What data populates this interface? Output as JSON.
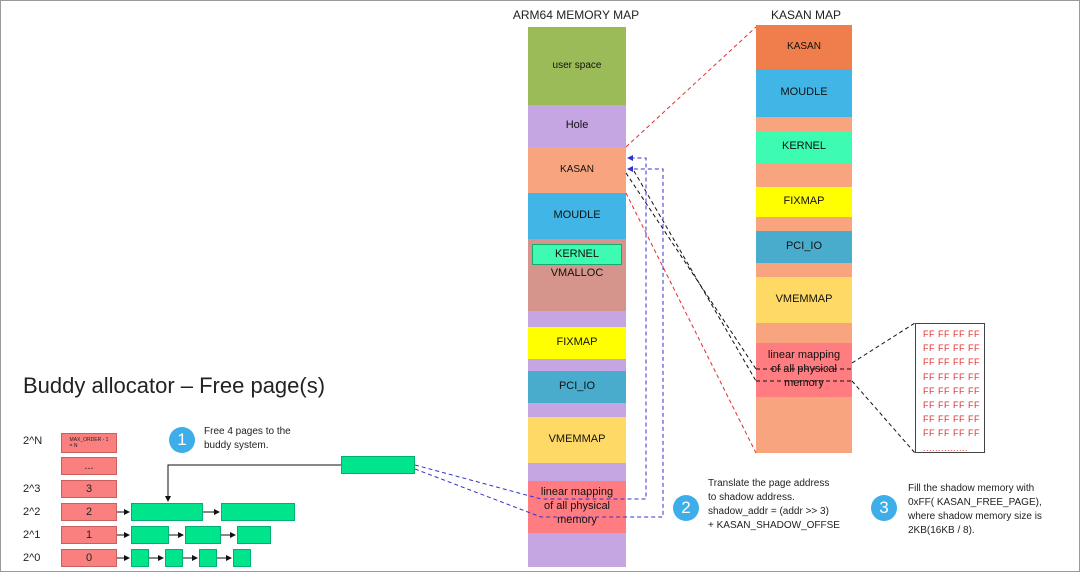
{
  "memory_map": {
    "title": "ARM64 MEMORY MAP",
    "regions": {
      "user_space": "user space",
      "hole": "Hole",
      "kasan": "KASAN",
      "moudle": "MOUDLE",
      "kernel": "KERNEL",
      "vmalloc": "VMALLOC",
      "fixmap": "FIXMAP",
      "pci_io": "PCI_IO",
      "vmemmap": "VMEMMAP",
      "linear": "linear mapping\nof all physical\nmemory"
    }
  },
  "kasan_map": {
    "title": "KASAN MAP",
    "regions": {
      "kasan": "KASAN",
      "moudle": "MOUDLE",
      "kernel": "KERNEL",
      "fixmap": "FIXMAP",
      "pci_io": "PCI_IO",
      "vmemmap": "VMEMMAP",
      "linear": "linear mapping\nof all physical\nmemory"
    }
  },
  "buddy": {
    "title": "Buddy allocator  –  Free page(s)",
    "orders": {
      "n": {
        "label": "2^N",
        "box": "MAX_ORDER - 1\n= N"
      },
      "dots": {
        "box": "..."
      },
      "o3": {
        "label": "2^3",
        "box": "3"
      },
      "o2": {
        "label": "2^2",
        "box": "2"
      },
      "o1": {
        "label": "2^1",
        "box": "1"
      },
      "o0": {
        "label": "2^0",
        "box": "0"
      }
    }
  },
  "steps": [
    {
      "number": "1",
      "text": "Free 4 pages to the\nbuddy system."
    },
    {
      "number": "2",
      "text": "Translate the page address\nto shadow address.\nshadow_addr = (addr >> 3)\n+ KASAN_SHADOW_OFFSE"
    },
    {
      "number": "3",
      "text": "Fill the shadow memory with\n0xFF( KASAN_FREE_PAGE),\nwhere shadow memory size is\n2KB(16KB / 8)."
    }
  ],
  "shadow_bytes": [
    "FF FF FF FF",
    "FF FF FF FF",
    "FF FF FF FF",
    "FF FF FF FF",
    "FF FF FF FF",
    "FF FF FF FF",
    "FF FF FF FF",
    "FF FF FF FF",
    "..............."
  ],
  "colors": {
    "user_space": "#9bbb59",
    "hole": "#c5a5e2",
    "kasan_salmon": "#f7a47f",
    "kasan_orange": "#f07e4c",
    "moudle": "#41b6e6",
    "kernel": "#3dfbb0",
    "vmalloc": "#d6958c",
    "fixmap": "#ffff00",
    "pci_io": "#4aaccc",
    "vmemmap": "#ffd966",
    "linear": "#ff7c80",
    "page_green": "#00e58c",
    "step_circle": "#3daee9"
  }
}
